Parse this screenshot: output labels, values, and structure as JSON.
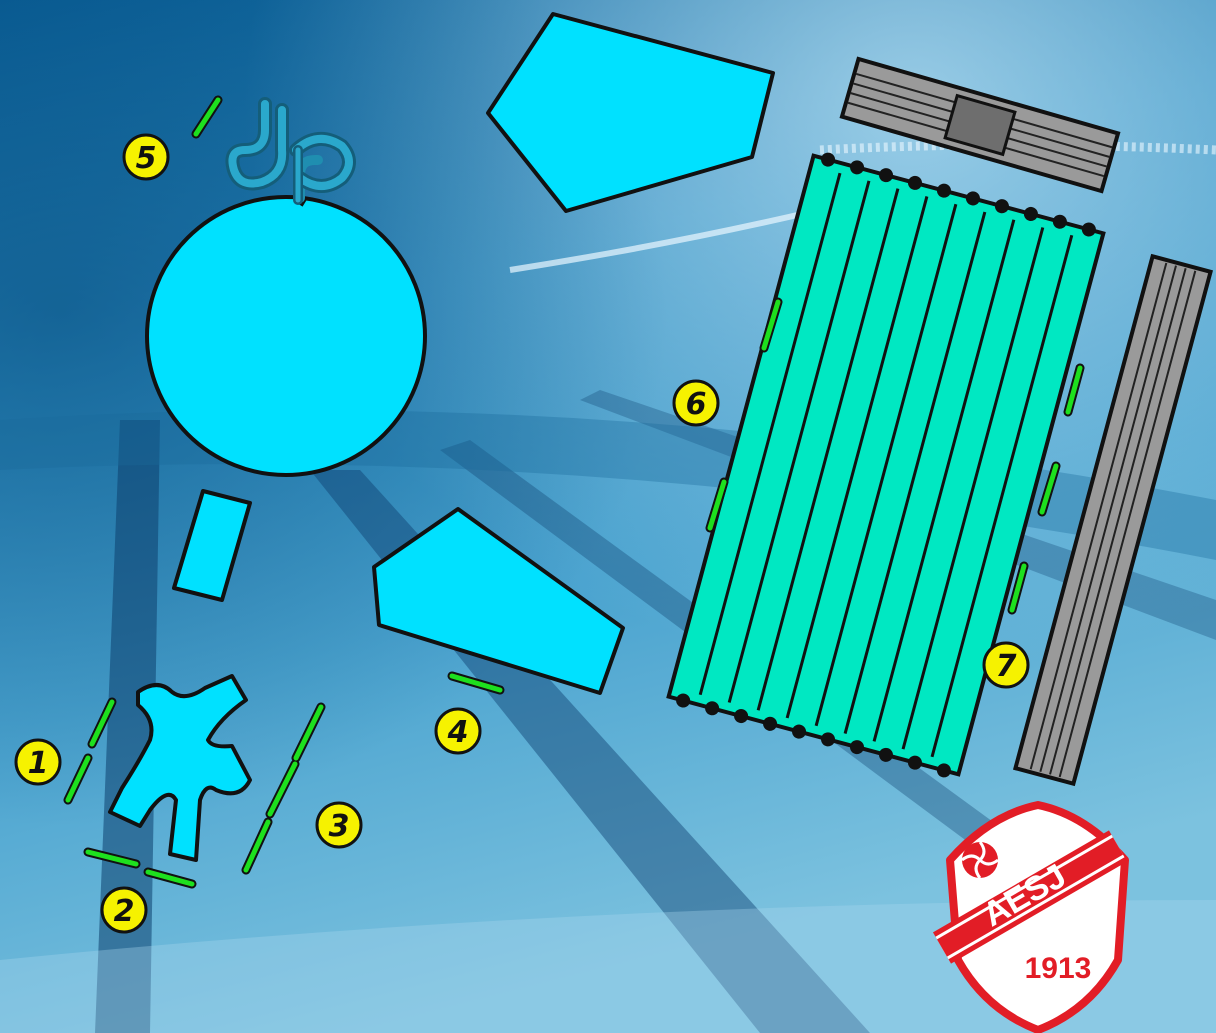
{
  "map": {
    "markers": [
      {
        "id": "1",
        "label": "1"
      },
      {
        "id": "2",
        "label": "2"
      },
      {
        "id": "3",
        "label": "3"
      },
      {
        "id": "4",
        "label": "4"
      },
      {
        "id": "5",
        "label": "5"
      },
      {
        "id": "6",
        "label": "6"
      },
      {
        "id": "7",
        "label": "7"
      }
    ],
    "crest": {
      "name": "AESJ",
      "year": "1913"
    },
    "colors": {
      "water_deep": "#0b5d8f",
      "water_light": "#5ab0d6",
      "zone_fill": "#00e1ff",
      "lane_pool_fill": "#00e8c2",
      "gray_structure": "#8f8f8f",
      "entry_mark": "#1ee01e",
      "marker_fill": "#f6f200",
      "crest_red": "#e21d26"
    }
  }
}
